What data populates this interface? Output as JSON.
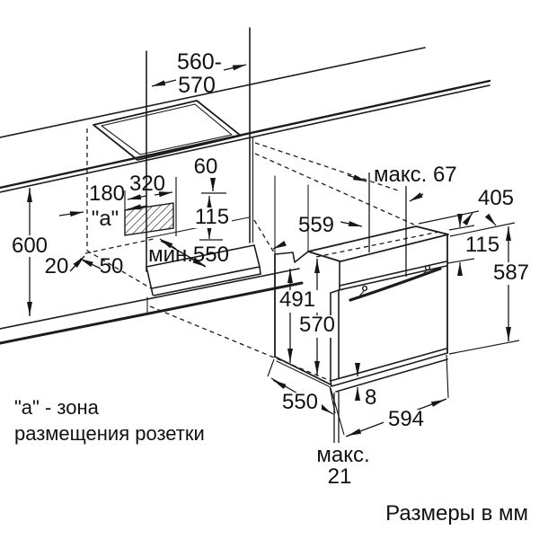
{
  "diagram": {
    "labels": {
      "hob_cutout_width_top": "560-",
      "hob_cutout_width_bottom": "570",
      "worktop_height": "600",
      "socket_offset": "180",
      "socket_zone_width": "320",
      "socket_zone_top_gap": "60",
      "socket_zone_height": "115",
      "socket_zone_mark": "\"a\"",
      "niche_min_depth": "мин.550",
      "rear_gap": "20",
      "side_gap": "50",
      "front_max_protrusion": "макс. 67",
      "oven_top_depth": "405",
      "fascia_height": "115",
      "oven_total_height": "587",
      "oven_inner_width": "559",
      "oven_body_height": "491",
      "oven_front_height": "570",
      "oven_body_depth": "550",
      "door_bottom_gap": "8",
      "oven_front_width": "594",
      "door_protrusion_word": "макс.",
      "door_protrusion_value": "21"
    },
    "notes": {
      "socket_note_line1": "\"a\" - зона",
      "socket_note_line2": "размещения розетки",
      "units_note": "Размеры в мм"
    }
  }
}
